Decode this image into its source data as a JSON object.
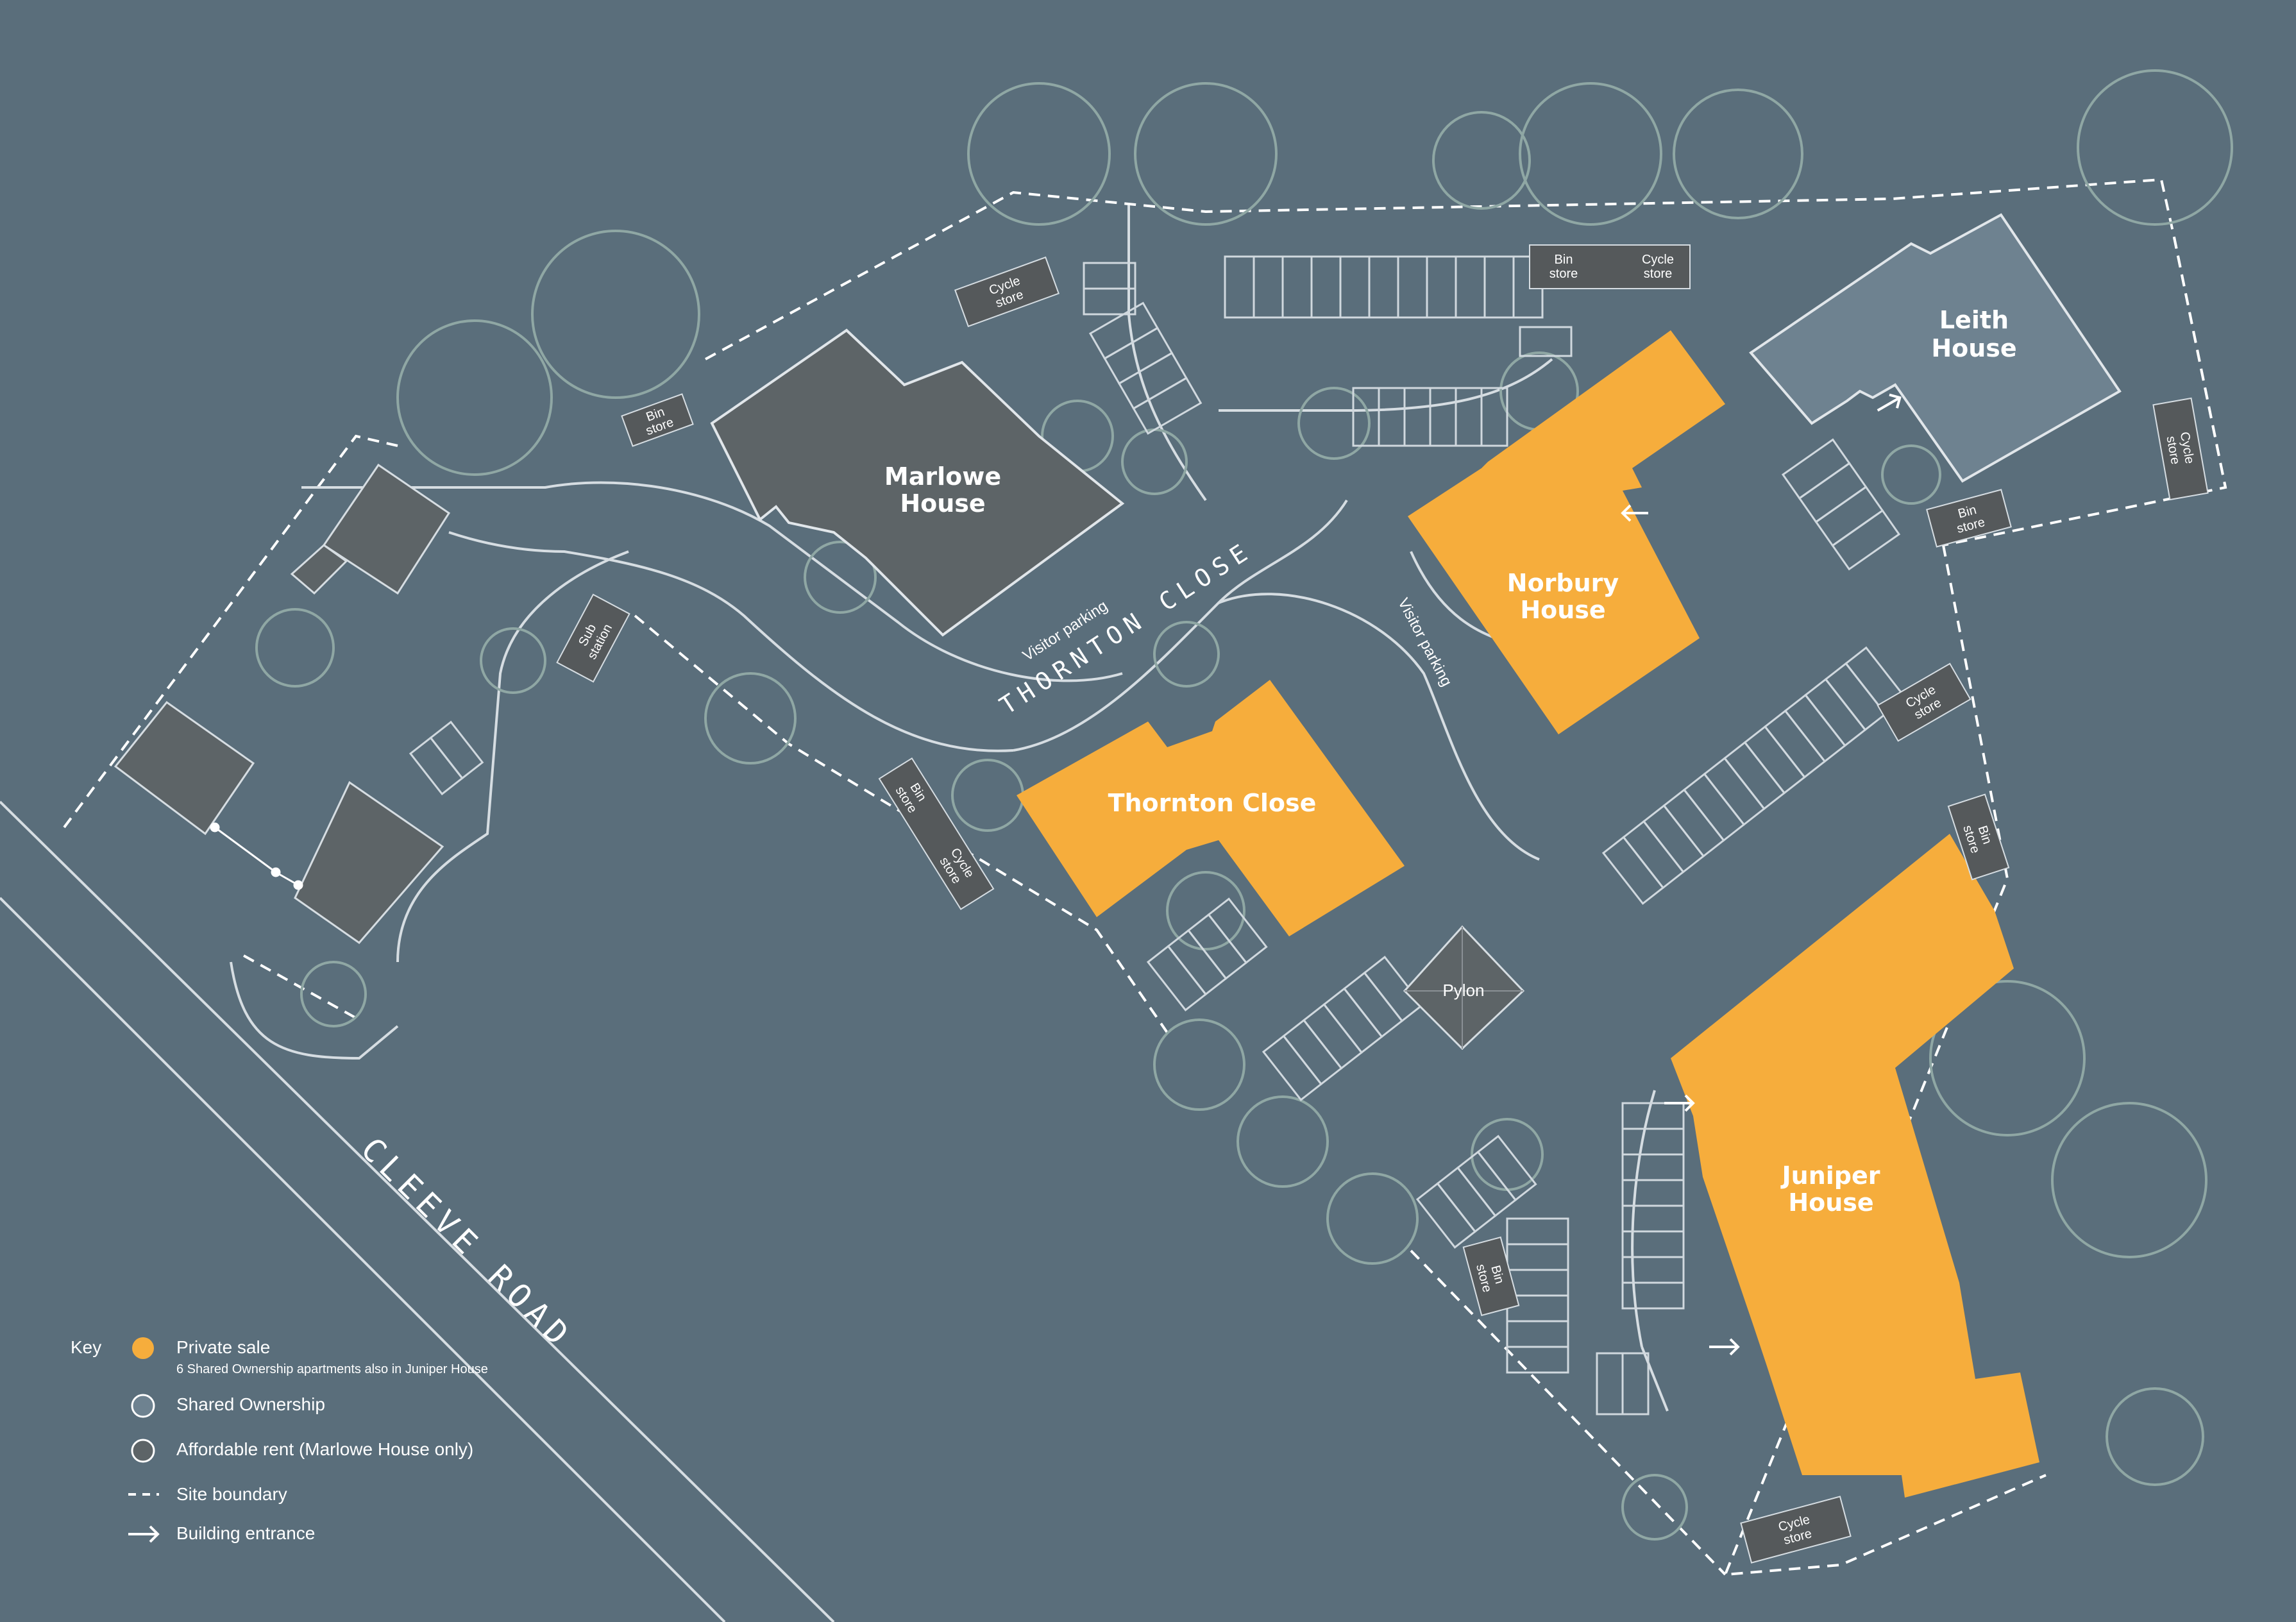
{
  "colors": {
    "background": "#5a6e7b",
    "private_sale": "#f6ad3c",
    "shared_ownership": "#6e8290",
    "affordable_rent": "#5d6467",
    "store": "#55595b",
    "line": "#d6dde2",
    "tree": "#8fa7a4"
  },
  "buildings": {
    "marlowe": {
      "line1": "Marlowe",
      "line2": "House",
      "tenure": "affordable_rent"
    },
    "leith": {
      "line1": "Leith",
      "line2": "House",
      "tenure": "shared_ownership"
    },
    "norbury": {
      "line1": "Norbury",
      "line2": "House",
      "tenure": "private_sale"
    },
    "thornton": {
      "label": "Thornton Close",
      "tenure": "private_sale"
    },
    "juniper": {
      "line1": "Juniper",
      "line2": "House",
      "tenure": "private_sale"
    }
  },
  "roads": {
    "thornton_close": "THORNTON CLOSE",
    "cleeve_road": "CLEEVE ROAD"
  },
  "annotations": {
    "visitor_parking_1": "Visitor parking",
    "visitor_parking_2": "Visitor parking",
    "pylon": "Pylon"
  },
  "stores": {
    "cycle_1": {
      "a": "Cycle",
      "b": "store"
    },
    "bin_1": {
      "a": "Bin",
      "b": "store"
    },
    "bin_cycle_top": {
      "a": "Bin",
      "b": "store",
      "c": "Cycle",
      "d": "store"
    },
    "cycle_leith": {
      "a": "Cycle",
      "b": "store"
    },
    "bin_leith": {
      "a": "Bin",
      "b": "store"
    },
    "substation": {
      "a": "Sub",
      "b": "station"
    },
    "bin_2": {
      "a": "Bin",
      "b": "store"
    },
    "cycle_2": {
      "a": "Cycle",
      "b": "store"
    },
    "cycle_3": {
      "a": "Cycle",
      "b": "store"
    },
    "bin_3": {
      "a": "Bin",
      "b": "store"
    },
    "bin_4": {
      "a": "Bin",
      "b": "store"
    },
    "cycle_4": {
      "a": "Cycle",
      "b": "store"
    }
  },
  "legend": {
    "title": "Key",
    "private_sale": "Private sale",
    "private_sale_note": "6 Shared Ownership apartments also in Juniper House",
    "shared_ownership": "Shared Ownership",
    "affordable_rent": "Affordable rent (Marlowe House only)",
    "site_boundary": "Site boundary",
    "building_entrance": "Building entrance"
  }
}
